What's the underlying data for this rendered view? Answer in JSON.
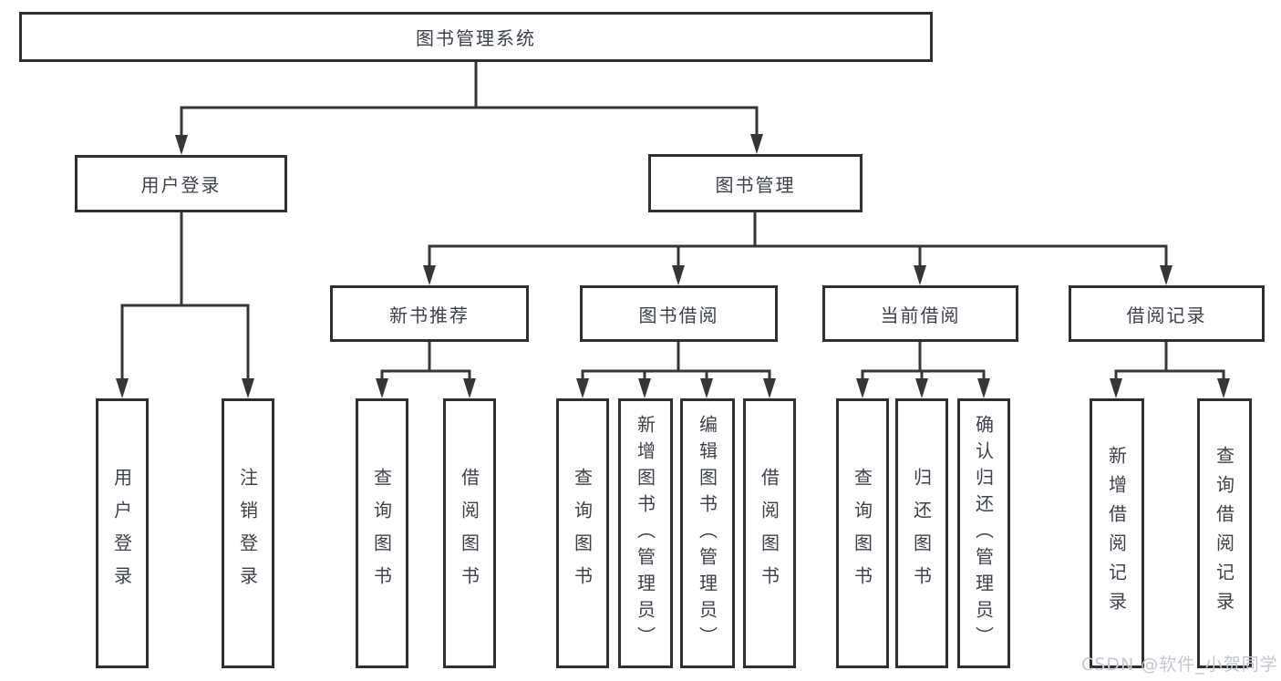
{
  "diagram": {
    "title": "图书管理系统",
    "watermark": "CSDN @软件_小贺同学",
    "colors": {
      "line": "#363636",
      "box_border": "#2f2f2f",
      "text": "#3d4149",
      "watermark": "#c3c7ce",
      "background": "#ffffff"
    },
    "nodes": {
      "root": "图书管理系统",
      "user_login": "用户登录",
      "book_mgmt": "图书管理",
      "new_book_rec": "新书推荐",
      "book_borrow": "图书借阅",
      "current_borrow": "当前借阅",
      "borrow_records": "借阅记录",
      "leaf_user_login": "用户登录",
      "leaf_logout": "注销登录",
      "leaf_nbr_query": "查询图书",
      "leaf_nbr_borrow": "借阅图书",
      "leaf_bb_query": "查询图书",
      "leaf_bb_add": "新增图书（管理员）",
      "leaf_bb_edit": "编辑图书（管理员）",
      "leaf_bb_borrow": "借阅图书",
      "leaf_cb_query": "查询图书",
      "leaf_cb_return": "归还图书",
      "leaf_cb_confirm": "确认归还（管理员）",
      "leaf_br_add": "新增借阅记录",
      "leaf_br_query": "查询借阅记录"
    },
    "hierarchy": [
      {
        "label": "图书管理系统",
        "children": [
          {
            "label": "用户登录",
            "children": [
              {
                "label": "用户登录"
              },
              {
                "label": "注销登录"
              }
            ]
          },
          {
            "label": "图书管理",
            "children": [
              {
                "label": "新书推荐",
                "children": [
                  {
                    "label": "查询图书"
                  },
                  {
                    "label": "借阅图书"
                  }
                ]
              },
              {
                "label": "图书借阅",
                "children": [
                  {
                    "label": "查询图书"
                  },
                  {
                    "label": "新增图书（管理员）"
                  },
                  {
                    "label": "编辑图书（管理员）"
                  },
                  {
                    "label": "借阅图书"
                  }
                ]
              },
              {
                "label": "当前借阅",
                "children": [
                  {
                    "label": "查询图书"
                  },
                  {
                    "label": "归还图书"
                  },
                  {
                    "label": "确认归还（管理员）"
                  }
                ]
              },
              {
                "label": "借阅记录",
                "children": [
                  {
                    "label": "新增借阅记录"
                  },
                  {
                    "label": "查询借阅记录"
                  }
                ]
              }
            ]
          }
        ]
      }
    ]
  }
}
